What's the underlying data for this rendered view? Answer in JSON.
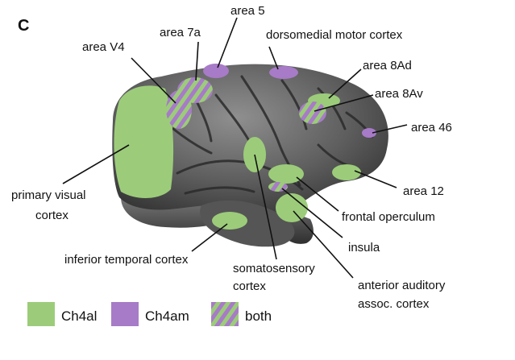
{
  "panel_letter": "C",
  "colors": {
    "ch4al": "#9ccc7a",
    "ch4am": "#a77bc7",
    "brain_dark": "#3d3d3d",
    "brain_mid": "#6a6a6a",
    "brain_light": "#9a9a9a"
  },
  "labels": {
    "area_5": "area 5",
    "area_7a": "area 7a",
    "area_v4": "area V4",
    "dorsomedial_motor": "dorsomedial motor cortex",
    "area_8ad": "area 8Ad",
    "area_8av": "area 8Av",
    "area_46": "area 46",
    "primary_visual_1": "primary visual",
    "primary_visual_2": "cortex",
    "area_12": "area 12",
    "frontal_operculum": "frontal operculum",
    "insula": "insula",
    "inferior_temporal": "inferior temporal cortex",
    "somatosensory_1": "somatosensory",
    "somatosensory_2": "cortex",
    "auditory_1": "anterior auditory",
    "auditory_2": "assoc. cortex"
  },
  "legend": {
    "ch4al": "Ch4al",
    "ch4am": "Ch4am",
    "both": "both"
  }
}
